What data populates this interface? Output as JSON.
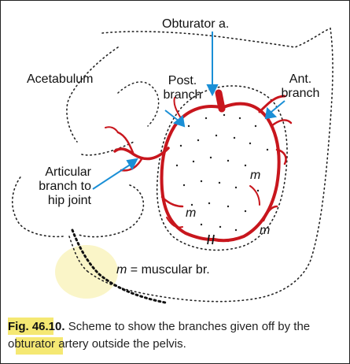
{
  "figure": {
    "labels": {
      "obturator_a": "Obturator a.",
      "acetabulum": "Acetabulum",
      "post_branch_line1": "Post.",
      "post_branch_line2": "branch",
      "ant_branch_line1": "Ant.",
      "ant_branch_line2": "branch",
      "articular_line1": "Articular",
      "articular_line2": "branch to",
      "articular_line3": "hip joint",
      "muscular_marks": [
        "m",
        "m",
        "m"
      ],
      "legend_m": "m",
      "legend_text": " = muscular br."
    },
    "caption": {
      "fig_number": "Fig. 46.10.",
      "text": " Scheme to show the branches given off by the obturator artery outside the pelvis."
    },
    "colors": {
      "artery": "#c8161d",
      "pointer": "#1a8fd6",
      "dots": "#222222",
      "highlight": "#f3e45a"
    }
  }
}
